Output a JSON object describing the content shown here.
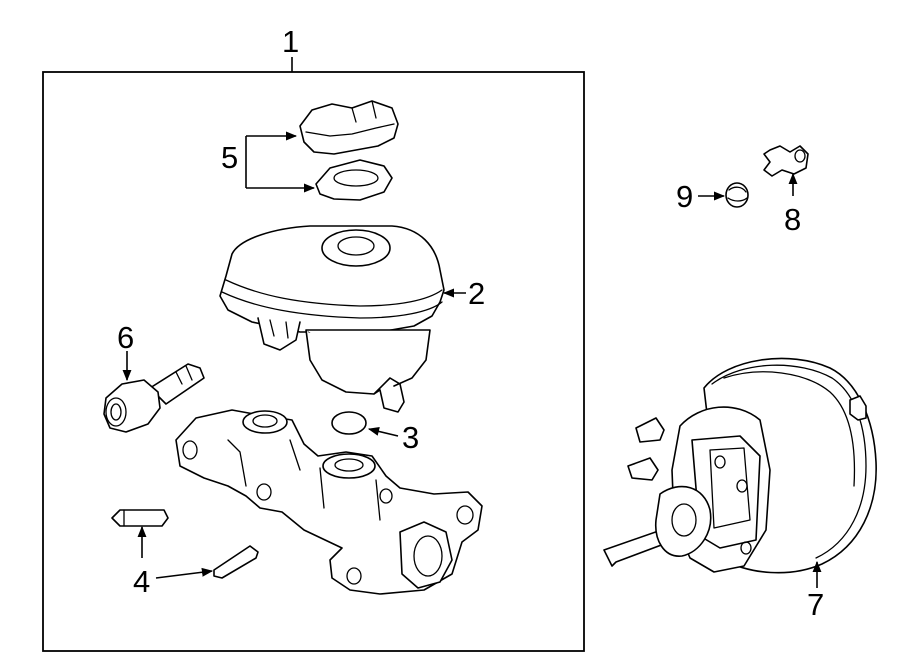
{
  "diagram": {
    "callouts": {
      "assembly": "1",
      "reservoir": "2",
      "o_ring": "3",
      "pins": "4",
      "cap_and_seal": "5",
      "sensor": "6",
      "booster": "7",
      "valve": "8",
      "grommet": "9"
    }
  }
}
